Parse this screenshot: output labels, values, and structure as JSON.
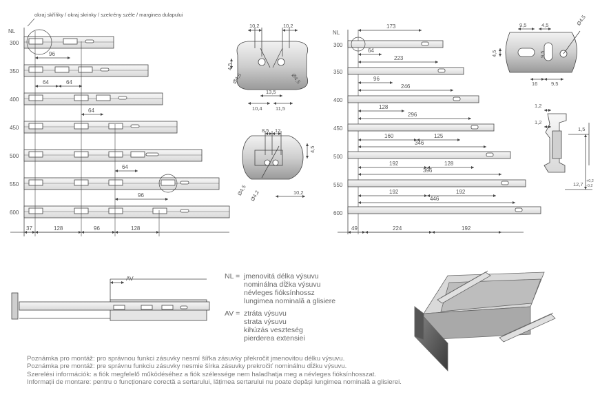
{
  "top_label": "okraj skříňky / okraj skrinky / szekrény széle / marginea dulapului",
  "nl_label": "NL",
  "av_label": "AV",
  "left_runners": {
    "nl_values": [
      "300",
      "350",
      "400",
      "450",
      "500",
      "550",
      "600"
    ],
    "dims_96_top": "96",
    "dims_64_350": [
      "64",
      "64"
    ],
    "dims_64_400": "64",
    "dims_64_500": "64",
    "dims_96_550": "96",
    "bottom_dims": [
      "37",
      "128",
      "96",
      "128"
    ]
  },
  "right_runners": {
    "nl_values": [
      "300",
      "350",
      "400",
      "450",
      "500",
      "550",
      "600"
    ],
    "lengths": [
      "173",
      "223",
      "246",
      "296",
      "346",
      "396",
      "446"
    ],
    "dims_300": "64",
    "dims_350": "96",
    "dims_400": "128",
    "dims_450": [
      "160",
      "125"
    ],
    "dims_500": [
      "192",
      "128"
    ],
    "dims_550": [
      "192",
      "192"
    ],
    "bottom_dims": [
      "49",
      "224",
      "192"
    ]
  },
  "details": {
    "clip_top": {
      "a": "10,2",
      "b": "10,2",
      "c": "4,5",
      "d": "13,5",
      "e": "10,4",
      "f": "11,5",
      "g": "Ø4,5",
      "h": "Ø4,5"
    },
    "clip_bottom": {
      "a": "8,5",
      "b": "12",
      "c": "4,5",
      "d": "10,2",
      "e": "Ø4,5",
      "f": "Ø4,2"
    },
    "front_plate": {
      "a": "9,5",
      "b": "4,5",
      "c": "Ø4,5",
      "d": "4,5",
      "e": "9,5",
      "f": "16",
      "g": "9,5"
    },
    "profile": {
      "a": "1,2",
      "b": "1,2",
      "c": "1,5",
      "d": "12,7",
      "tol_plus": "+0,2",
      "tol_minus": "-0,2"
    }
  },
  "legend": {
    "nl_key": "NL =",
    "nl_lines": [
      "jmenovitá délka výsuvu",
      "nominálna dĺžka výsuvu",
      "névleges fióksínhossz",
      "lungimea nominală a glisiere"
    ],
    "av_key": "AV =",
    "av_lines": [
      "ztráta výsuvu",
      "strata výsuvu",
      "kihúzás veszteség",
      "pierderea extensiei"
    ]
  },
  "notes": [
    "Poznámka pro montáž: pro správnou funkci zásuvky nesmí šířka zásuvky překročit jmenovitou délku výsuvu.",
    "Poznámka pre montáž: pre správnu funkciu zásuvky nesmie šírka zásuvky prekročiť nominálnu dĺžku výsuvu.",
    "Szerelési információk: a fiók megfelelő működéséhez a fiók szélessége nem haladhatja meg a névleges fióksínhosszat.",
    "Informații de montare: pentru o funcționare corectă a sertarului, lățimea sertarului nu poate depăși lungimea nominală a glisierei."
  ],
  "colors": {
    "line": "#444444",
    "fill": "#e7e7e7",
    "text": "#555555",
    "drawer": "#c8c8c8"
  }
}
